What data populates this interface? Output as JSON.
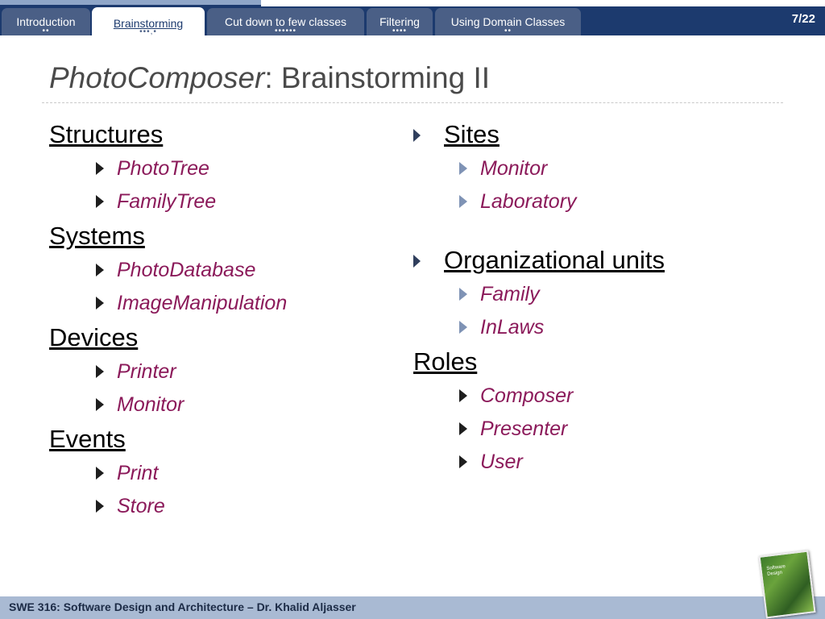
{
  "nav": {
    "tabs": [
      {
        "label": "Introduction",
        "dots": "••"
      },
      {
        "label": "Brainstorming",
        "dots": "•••,•"
      },
      {
        "label": "Cut down to few classes",
        "dots": "••••••"
      },
      {
        "label": "Filtering",
        "dots": "••••"
      },
      {
        "label": "Using Domain Classes",
        "dots": "••"
      }
    ],
    "page_number": "7/22"
  },
  "slide": {
    "title_italic": "PhotoComposer",
    "title_rest": ": Brainstorming II"
  },
  "left_column": [
    {
      "heading": "Structures",
      "items": [
        "PhotoTree",
        "FamilyTree"
      ]
    },
    {
      "heading": "Systems",
      "items": [
        "PhotoDatabase",
        "ImageManipulation"
      ]
    },
    {
      "heading": "Devices",
      "items": [
        "Printer",
        "Monitor"
      ]
    },
    {
      "heading": "Events",
      "items": [
        "Print",
        "Store"
      ]
    }
  ],
  "right_column": [
    {
      "heading": "Sites",
      "items": [
        "Monitor",
        "Laboratory"
      ]
    },
    {
      "heading": "Organizational units",
      "items": [
        "Family",
        "InLaws"
      ]
    },
    {
      "heading": "Roles",
      "items": [
        "Composer",
        "Presenter",
        "User"
      ]
    }
  ],
  "book": {
    "label_line1": "Software",
    "label_line2": "Design"
  },
  "footer": {
    "text": "SWE 316: Software Design and Architecture – Dr. Khalid Aljasser"
  },
  "colors": {
    "nav_band": "#1c3a6e",
    "tab": "#4a5f86",
    "item_text": "#8b1a5a",
    "footer": "#a9bad3"
  },
  "icons": {
    "heading_bullet": "right-triangle-icon",
    "item_bullet": "right-triangle-icon"
  }
}
